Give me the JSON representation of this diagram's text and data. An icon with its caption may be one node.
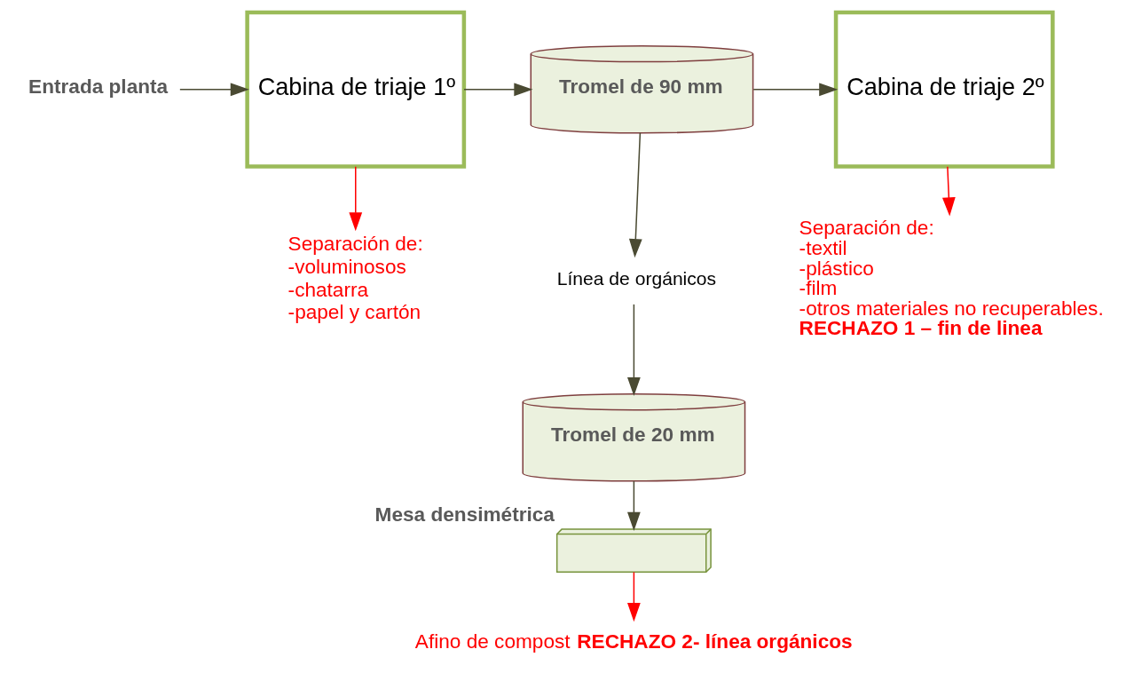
{
  "diagram": {
    "nodes": [
      {
        "text": [
          "Entrada planta"
        ]
      },
      {
        "text": [
          "Cabina de triaje 1º"
        ]
      },
      {
        "text": [
          "Tromel de 90 mm"
        ]
      },
      {
        "text": [
          "Cabina de triaje 2º"
        ]
      },
      {
        "text": [
          "Separación de:",
          "-voluminosos",
          "-chatarra",
          "-papel y cartón"
        ]
      },
      {
        "text": [
          "Línea de orgánicos"
        ]
      },
      {
        "text": [
          "Separación de:",
          "-textil",
          "-plástico",
          "-film",
          "-otros materiales no recuperables.",
          "RECHAZO 1 – fin de linea"
        ]
      },
      {
        "text": [
          "Tromel de 20 mm"
        ]
      },
      {
        "text": [
          "Mesa densimétrica"
        ]
      },
      {
        "text": [
          "Afino de compost **RECHAZO 2- línea orgánicos**"
        ]
      }
    ],
    "edges": [
      {
        "from": 0,
        "to": 1,
        "arrow": "to"
      },
      {
        "from": 1,
        "to": 2,
        "arrow": "to"
      },
      {
        "from": 2,
        "to": 3,
        "arrow": "to"
      },
      {
        "from": 1,
        "to": 4,
        "arrow": "to",
        "color": "#ff0000"
      },
      {
        "from": 3,
        "to": 6,
        "arrow": "to",
        "color": "#ff0000"
      },
      {
        "from": 2,
        "to": 5,
        "arrow": "to"
      },
      {
        "from": 5,
        "to": 7,
        "arrow": "to"
      },
      {
        "from": 7,
        "to": 8,
        "arrow": "to"
      },
      {
        "from": 8,
        "to": 9,
        "arrow": "to",
        "color": "#ff0000"
      }
    ]
  }
}
